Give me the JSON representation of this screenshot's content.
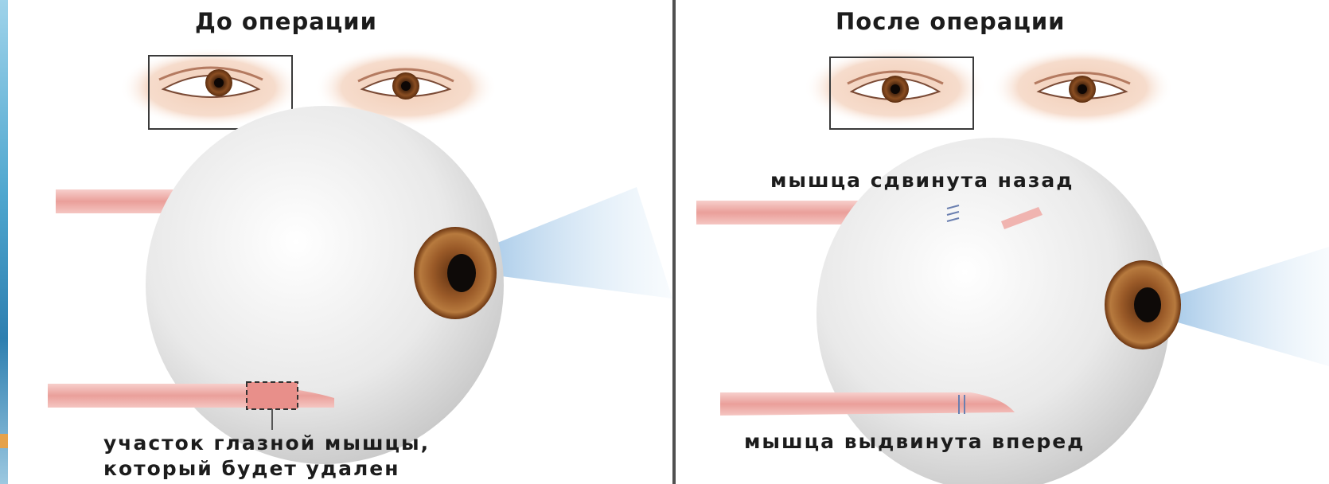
{
  "left": {
    "heading": "До операции",
    "callout_line1": "участок глазной мышцы,",
    "callout_line2": "который будет удален"
  },
  "right": {
    "heading": "После операции",
    "label_top": "мышца сдвинута назад",
    "label_bottom": "мышца выдвинута вперед"
  },
  "colors": {
    "muscle": "#f0b4b0",
    "iris": "#8a4a1e",
    "pupil": "#111111",
    "eyeball": "#eeeeee",
    "light_beam": "#b8d4ec",
    "divider": "#505050"
  }
}
